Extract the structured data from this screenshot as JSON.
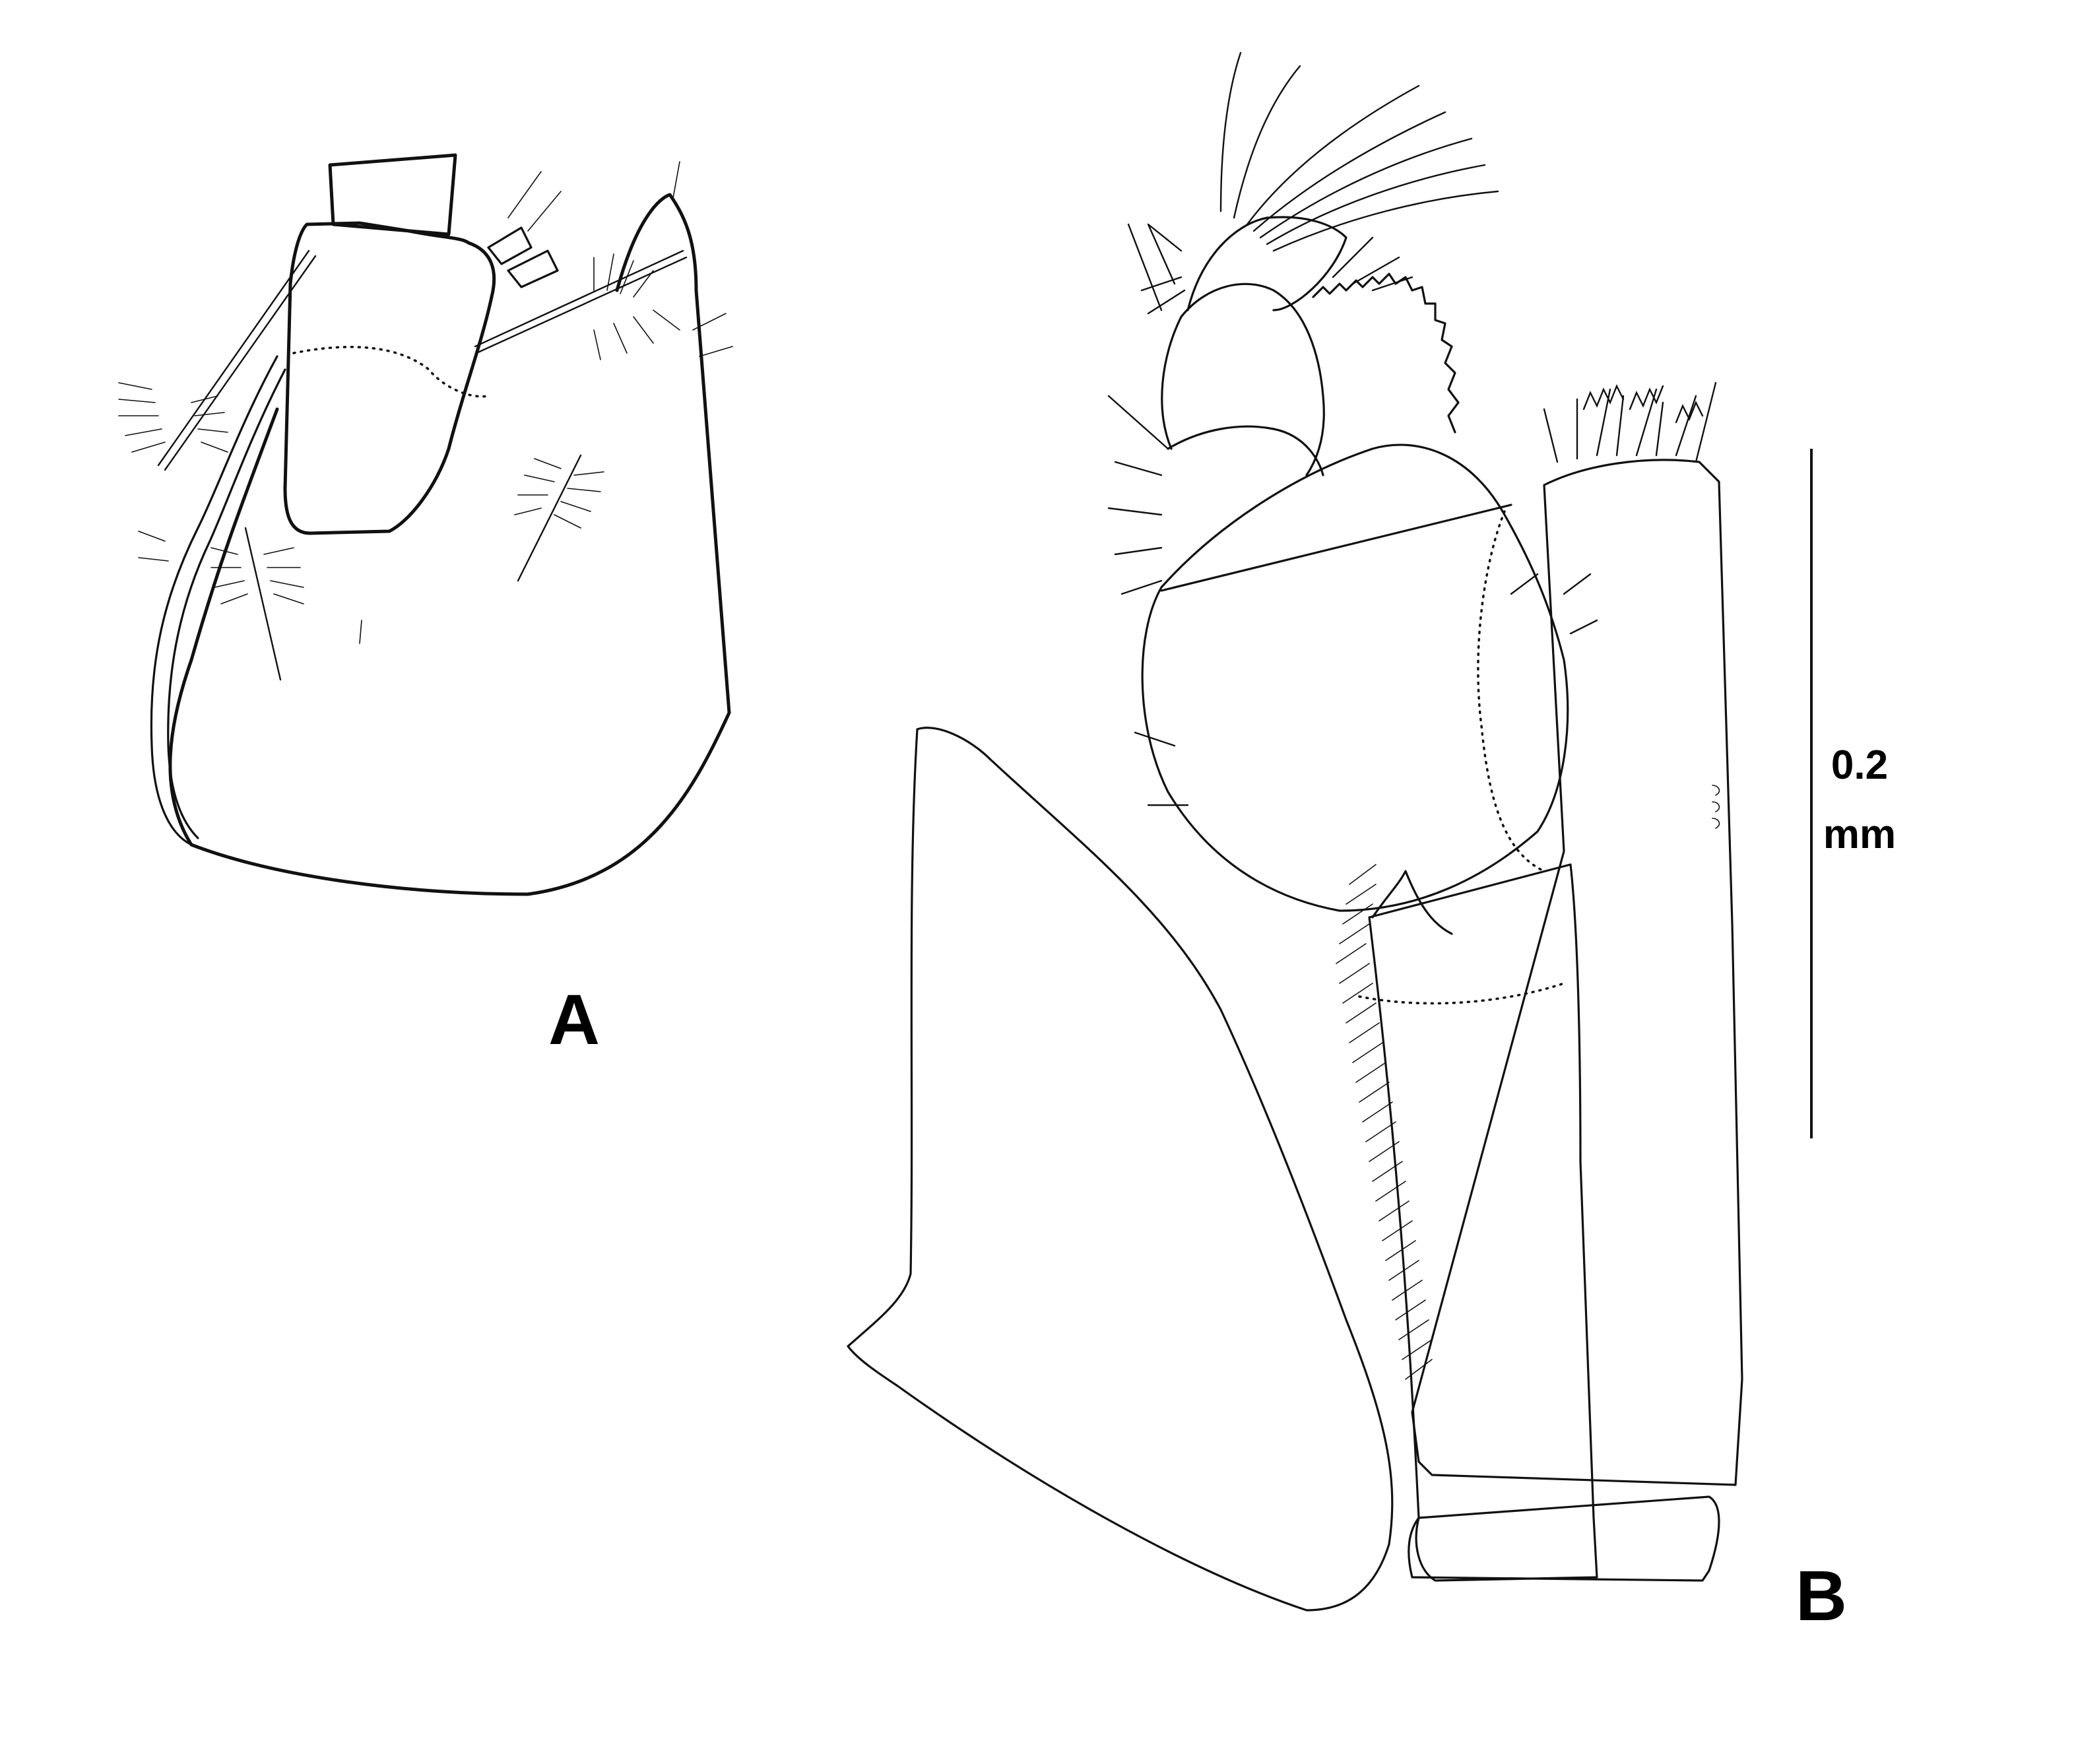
{
  "figure": {
    "panels": [
      {
        "id": "A",
        "label": "A"
      },
      {
        "id": "B",
        "label": "B"
      }
    ],
    "scale_bar": {
      "value": "0.2",
      "unit": "mm"
    }
  }
}
